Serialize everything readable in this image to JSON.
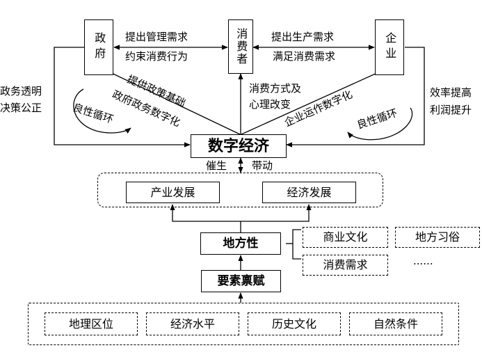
{
  "actors": {
    "government": "政府",
    "consumer": "消费者",
    "enterprise": "企业"
  },
  "core": "数字经济",
  "edges": {
    "gov_consumer_top": "提出管理需求",
    "gov_consumer_bottom": "约束消费行为",
    "consumer_ent_top": "提出生产需求",
    "consumer_ent_bottom": "满足消费需求",
    "gov_left_1": "政务透明",
    "gov_left_2": "决策公正",
    "ent_right_1": "效率提高",
    "ent_right_2": "利润提升",
    "gov_diag_1": "提供政策基础",
    "gov_diag_2": "政府政务数字化",
    "consumer_down_1": "消费方式及",
    "consumer_down_2": "心理改变",
    "ent_diag": "企业运作数字化",
    "cycle_left": "良性循环",
    "cycle_right": "良性循环",
    "core_down_left": "催生",
    "core_down_right": "带动"
  },
  "development": [
    "产业发展",
    "经济发展"
  ],
  "locality": "地方性",
  "culture": [
    "商业文化",
    "地方习俗",
    "消费需求",
    "······"
  ],
  "endowment": "要素禀赋",
  "factors": [
    "地理区位",
    "经济水平",
    "历史文化",
    "自然条件"
  ]
}
